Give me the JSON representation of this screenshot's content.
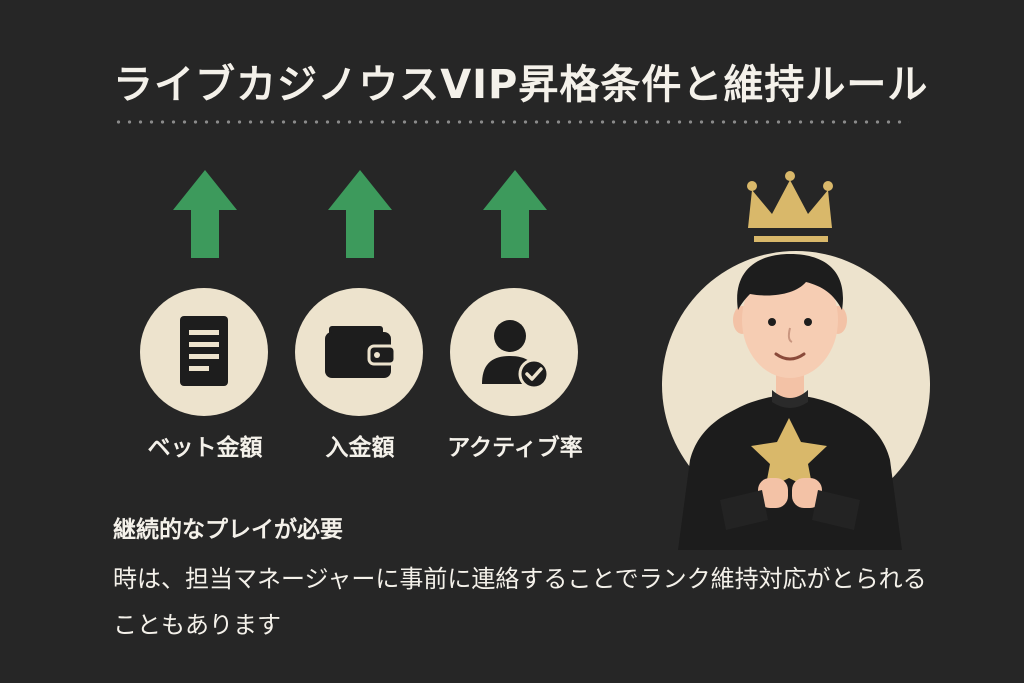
{
  "title": "ライブカジノウスVIP昇格条件と維持ルール",
  "metrics": [
    {
      "label": "ベット金額",
      "icon": "document-icon"
    },
    {
      "label": "入金額",
      "icon": "wallet-icon"
    },
    {
      "label": "アクティブ率",
      "icon": "user-check-icon"
    }
  ],
  "subheading": "継続的なプレイが必要",
  "body": "時は、担当マネージャーに事前に連絡することでランク維持対応がとられることもあります",
  "colors": {
    "background": "#262626",
    "arrow_green": "#3d9a5c",
    "circle_cream": "#ede3cd",
    "crown_gold": "#d9b86a"
  }
}
